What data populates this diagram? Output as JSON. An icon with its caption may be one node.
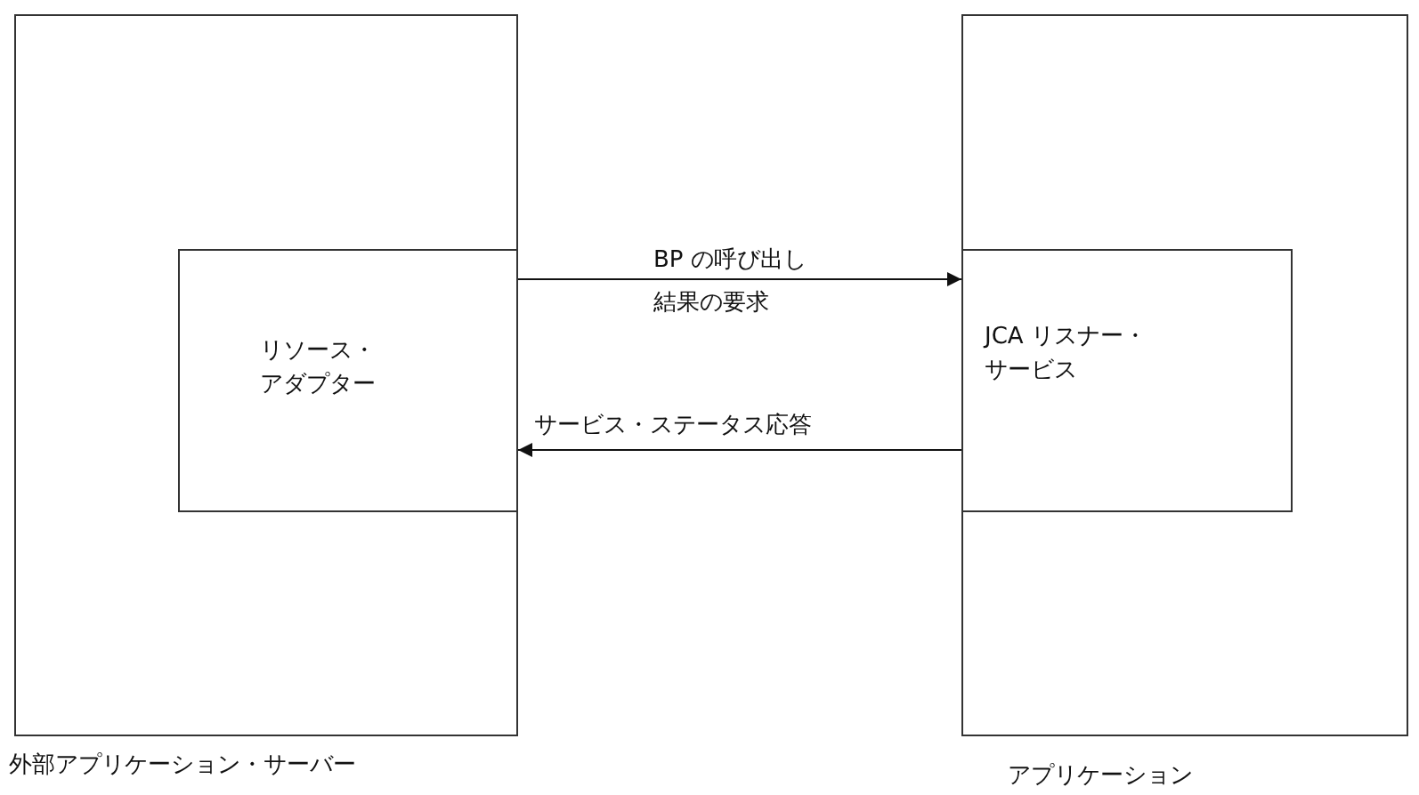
{
  "diagram": {
    "nodes": [
      {
        "text": [
          "外部アプリケーション・サーバー"
        ]
      },
      {
        "text": [
          "リソース・アダプター"
        ],
        "in": 0
      },
      {
        "text": [
          "アプリケーション"
        ]
      },
      {
        "text": [
          "JCA リスナー・サービス"
        ],
        "in": 2
      }
    ],
    "edges": [
      {
        "from": 1,
        "to": 3,
        "arrow": "to",
        "label": "BP の呼び出し結果の要求"
      },
      {
        "from": 3,
        "to": 1,
        "arrow": "to",
        "label": "サービス・ステータス応答"
      }
    ]
  }
}
